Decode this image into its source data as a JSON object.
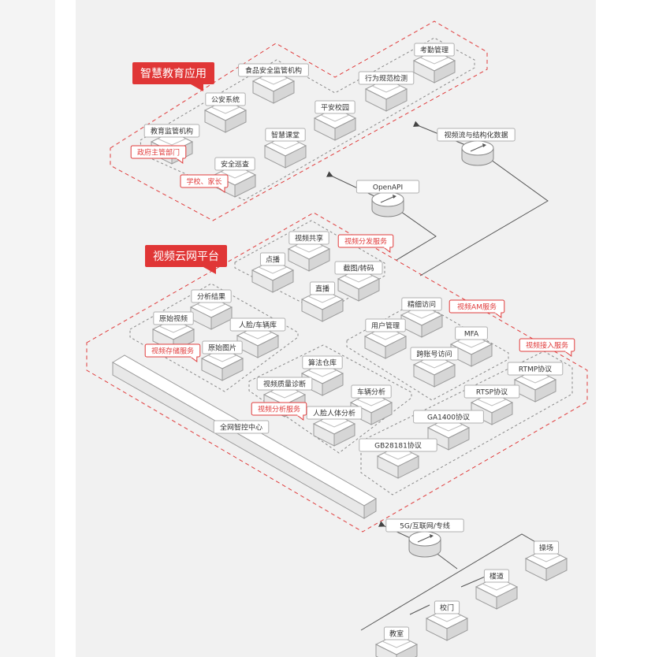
{
  "zones": {
    "education": "智慧教育应用",
    "cloud": "视频云网平台"
  },
  "education_nodes": {
    "education_bureau": "教育监管机构",
    "public_security": "公安系统",
    "food_safety": "食品安全监管机构",
    "campus_patrol": "安全巡查",
    "smart_classroom": "智慧课堂",
    "safe_campus": "平安校园",
    "behavior_detection": "行为规范检测",
    "attendance": "考勤管理"
  },
  "education_tags": {
    "gov": "政府主管部门",
    "school": "学校、家长"
  },
  "links": {
    "openapi": "OpenAPI",
    "video_stream": "视频流与结构化数据",
    "network": "5G/互联网/专线"
  },
  "cloud_groups": {
    "distribution": "视频分发服务",
    "am": "视频AM服务",
    "storage": "视频存储服务",
    "analysis": "视频分析服务",
    "access": "视频接入服务"
  },
  "cloud_nodes": {
    "vod": "点播",
    "video_share": "视频共享",
    "capture": "截图/转码",
    "live": "直播",
    "user_mgmt": "用户管理",
    "fine_access": "精细访问",
    "mfa": "MFA",
    "cross_account": "跨账号访问",
    "analysis_result": "分析结果",
    "raw_video": "原始视频",
    "face_vehicle_db": "人脸/车辆库",
    "raw_image": "原始图片",
    "algorithm_store": "算法仓库",
    "quality_diag": "视频质量诊断",
    "vehicle_analysis": "车辆分析",
    "face_body_analysis": "人脸人体分析",
    "rtmp": "RTMP协议",
    "rtsp": "RTSP协议",
    "ga1400": "GA1400协议",
    "gb28181": "GB28181协议"
  },
  "control_center": "全网智控中心",
  "campus_nodes": {
    "playground": "操场",
    "corridor": "楼道",
    "gate": "校门",
    "classroom": "教室"
  }
}
